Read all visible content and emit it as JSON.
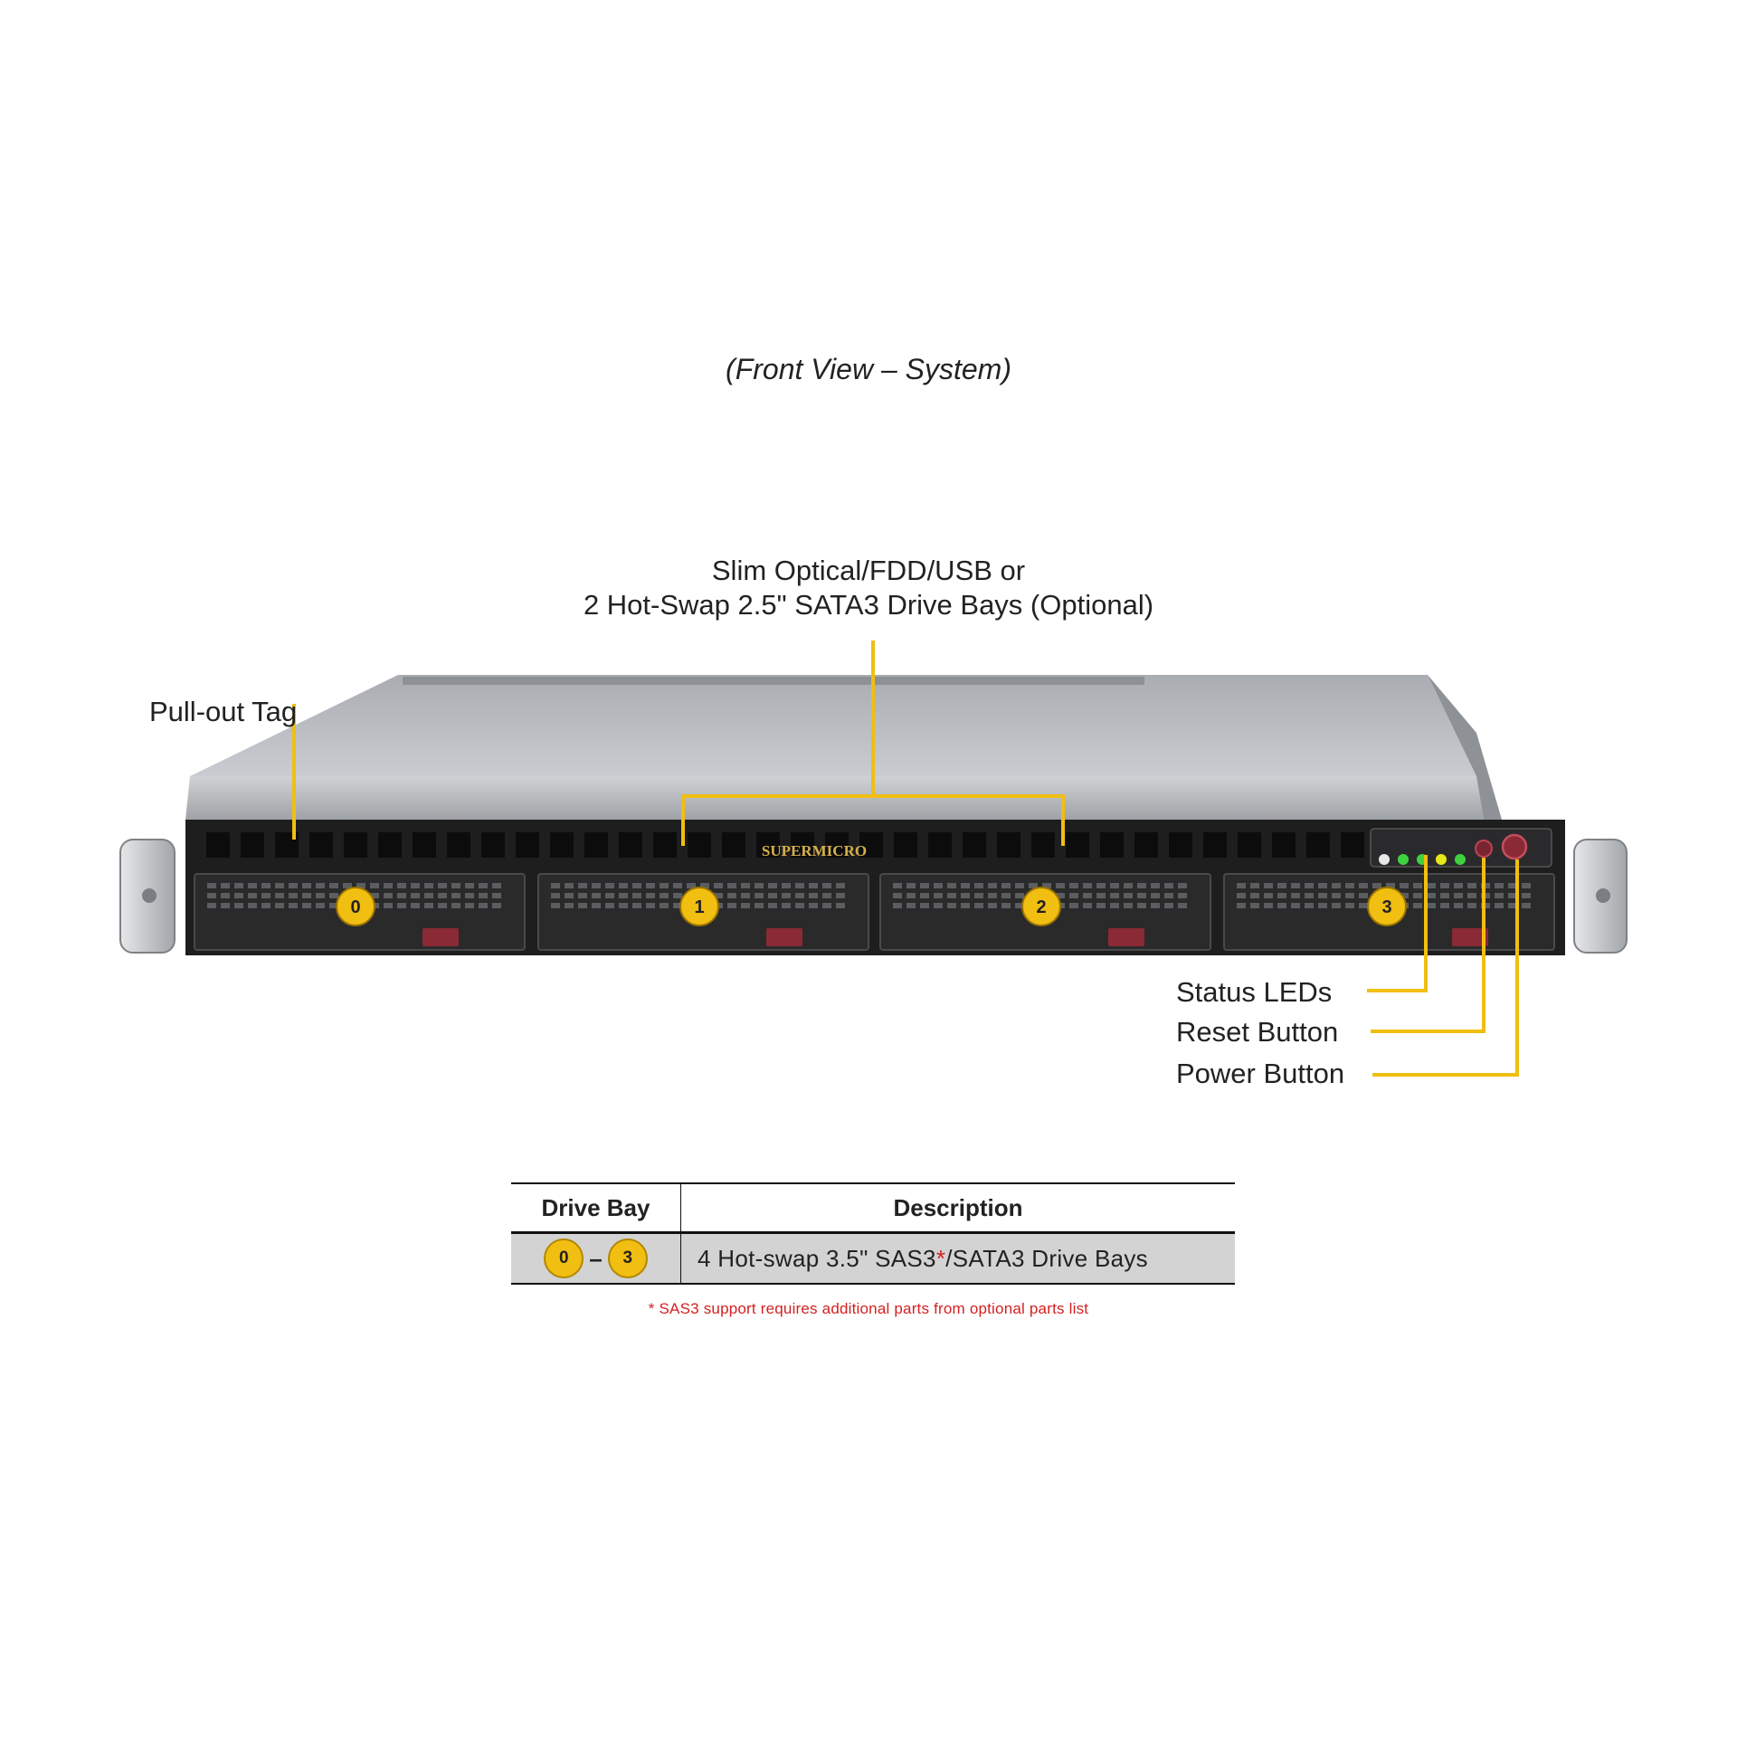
{
  "title": "(Front View – System)",
  "brand_logo": "SUPERMICRO",
  "callouts": {
    "optical_line1": "Slim Optical/FDD/USB or",
    "optical_line2": "2 Hot-Swap 2.5\" SATA3 Drive Bays (Optional)",
    "pull_out_tag": "Pull-out Tag",
    "status_leds": "Status LEDs",
    "reset_button": "Reset Button",
    "power_button": "Power Button"
  },
  "drive_bays": [
    "0",
    "1",
    "2",
    "3"
  ],
  "table": {
    "headers": [
      "Drive Bay",
      "Description"
    ],
    "row": {
      "bay_start": "0",
      "bay_sep": "–",
      "bay_end": "3",
      "desc_part1": "4 Hot-swap 3.5\" SAS3",
      "desc_asterisk": "*",
      "desc_part2": "/SATA3 Drive Bays"
    }
  },
  "footnote": "* SAS3 support requires additional parts from optional parts list",
  "colors": {
    "callout_line": "#f1be12",
    "badge": "#f1be12",
    "footnote": "#d42020",
    "chassis_top": "#b9bcc0",
    "front_panel": "#1e1e1f",
    "drive_latch": "#8a2a35",
    "led_green": "#3fd23f",
    "led_yellow": "#e6e619"
  }
}
